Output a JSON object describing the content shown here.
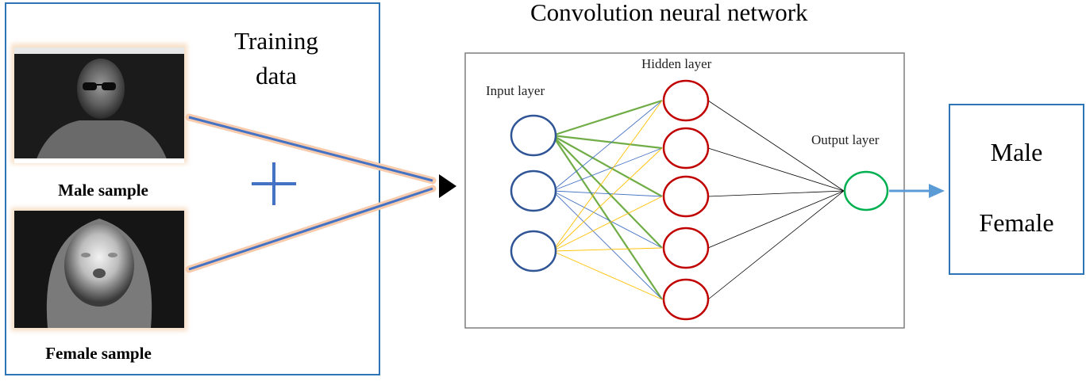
{
  "training": {
    "title_line1": "Training",
    "title_line2": "data",
    "male_label": "Male sample",
    "female_label": "Female sample"
  },
  "network": {
    "title": "Convolution neural network",
    "input_label": "Input layer",
    "hidden_label": "Hidden layer",
    "output_label": "Output layer",
    "input_nodes": 3,
    "hidden_nodes": 5,
    "output_nodes": 1
  },
  "output": {
    "male": "Male",
    "female": "Female"
  },
  "colors": {
    "frame_blue": "#2e75b6",
    "input_node": "#2f5597",
    "hidden_node": "#c00000",
    "output_node": "#00b050",
    "edge_green": "#70ad47",
    "edge_yellow": "#ffc000",
    "edge_blue": "#4472c4",
    "edge_black": "#000000"
  }
}
